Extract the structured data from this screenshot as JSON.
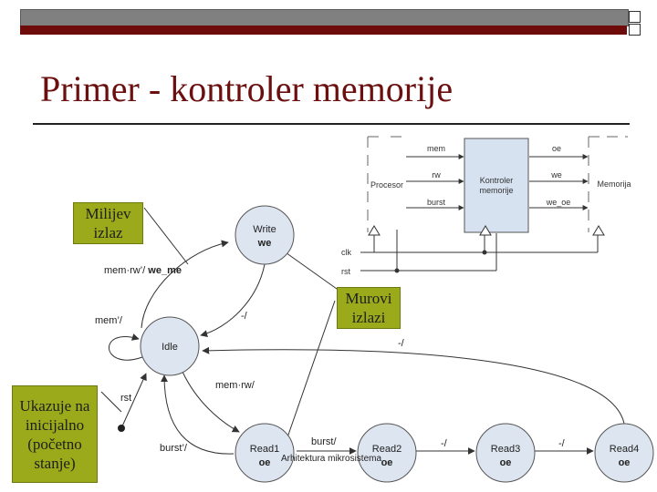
{
  "slide": {
    "title": "Primer - kontroler memorije",
    "footer": "Arhitektura mikrosistema"
  },
  "notes": {
    "mealy": "Milijev\nizlaz",
    "moore": "Murovi\nizlazi",
    "initial": "Ukazuje na\ninicijalno\n(početno\nstanje)"
  },
  "block_diagram": {
    "processor": "Procesor",
    "controller_line1": "Kontroler",
    "controller_line2": "memorije",
    "memory": "Memorija",
    "in_signals": [
      "mem",
      "rw",
      "burst"
    ],
    "out_signals": [
      "oe",
      "we",
      "we_oe"
    ],
    "clk": "clk",
    "rst": "rst"
  },
  "fsm": {
    "states": {
      "write_name": "Write",
      "write_out": "we",
      "idle_name": "Idle",
      "read1_name": "Read1",
      "read1_out": "oe",
      "read2_name": "Read2",
      "read2_out": "oe",
      "read3_name": "Read3",
      "read3_out": "oe",
      "read4_name": "Read4",
      "read4_out": "oe"
    },
    "transitions": {
      "idle_to_write_cond": "mem·rw’/",
      "idle_to_write_out": "we_me",
      "write_to_idle": "-/",
      "idle_self": "mem’/",
      "reset": "rst",
      "idle_to_read1": "mem·rw/",
      "read1_to_idle": "burst’/",
      "read1_to_read2": "burst/",
      "read2_to_read3": "-/",
      "read3_to_read4": "-/",
      "read4_to_idle": "-/"
    }
  },
  "colors": {
    "title": "#6b0f0f",
    "note_fill": "#9aaa1a",
    "state_fill": "#dde5f0",
    "controller_fill": "#d6e2ef",
    "bar_gray": "#808080",
    "bar_red": "#6e0c0c"
  }
}
